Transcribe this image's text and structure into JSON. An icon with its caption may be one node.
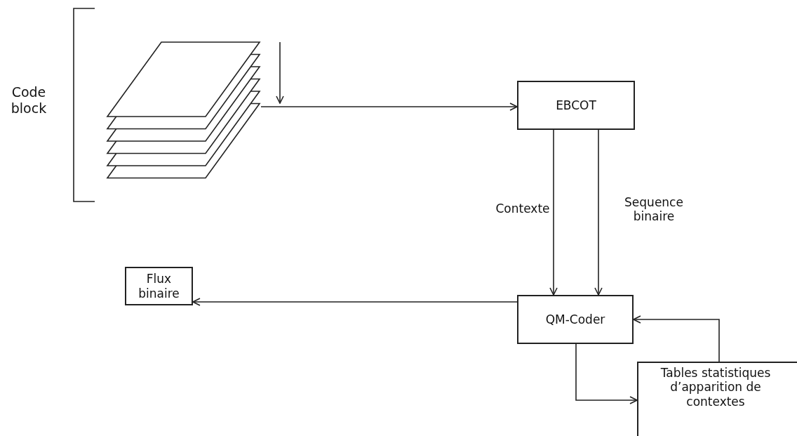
{
  "diagram": {
    "nodes": [
      {
        "text": [],
        "shape": "picture"
      },
      {
        "text": [
          "EBCOT"
        ]
      },
      {
        "text": [
          "QM-Coder"
        ]
      },
      {
        "text": [
          "Flux binaire"
        ]
      },
      {
        "text": [
          "Tables statistiques d’apparition de contextes"
        ]
      }
    ],
    "edges": [
      {
        "from": 0,
        "to": 1,
        "arrow": "to"
      },
      {
        "from": 1,
        "to": 2,
        "arrow": "to",
        "label": "Contexte"
      },
      {
        "from": 1,
        "to": 2,
        "arrow": "to",
        "label": "Sequence binaire"
      },
      {
        "from": 2,
        "to": 3,
        "arrow": "to"
      },
      {
        "from": 2,
        "to": 4,
        "arrow": "to"
      },
      {
        "from": 4,
        "to": 2,
        "arrow": "to"
      }
    ],
    "labels": [
      "Code block"
    ]
  }
}
